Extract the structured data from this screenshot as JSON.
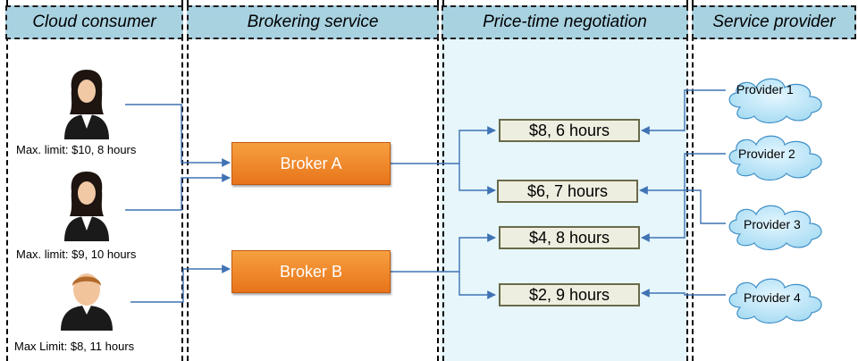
{
  "columns": [
    {
      "label": "Cloud consumer"
    },
    {
      "label": "Brokering service"
    },
    {
      "label": "Price-time negotiation"
    },
    {
      "label": "Service provider"
    }
  ],
  "consumers": [
    {
      "label": "Max. limit: $10, 8 hours",
      "avatar": "woman-icon"
    },
    {
      "label": "Max. limit: $9, 10 hours",
      "avatar": "woman-icon"
    },
    {
      "label": "Max Limit: $8, 11 hours",
      "avatar": "man-icon"
    }
  ],
  "brokers": [
    {
      "label": "Broker A"
    },
    {
      "label": "Broker B"
    }
  ],
  "offers": [
    {
      "label": "$8, 6 hours"
    },
    {
      "label": "$6, 7 hours"
    },
    {
      "label": "$4, 8 hours"
    },
    {
      "label": "$2, 9 hours"
    }
  ],
  "providers": [
    {
      "label": "Provider 1",
      "icon": "cloud-icon"
    },
    {
      "label": "Provider 2",
      "icon": "cloud-icon"
    },
    {
      "label": "Provider 3",
      "icon": "cloud-icon"
    },
    {
      "label": "Provider 4",
      "icon": "cloud-icon"
    }
  ],
  "colors": {
    "header_bg": "#a9d2e1",
    "negotiation_bg": "#e6f6fb",
    "broker_fill": "#f08a2c",
    "offer_fill": "#eeeee0",
    "cloud_fill": "#bfe6f7",
    "arrow": "#3f73b4"
  }
}
